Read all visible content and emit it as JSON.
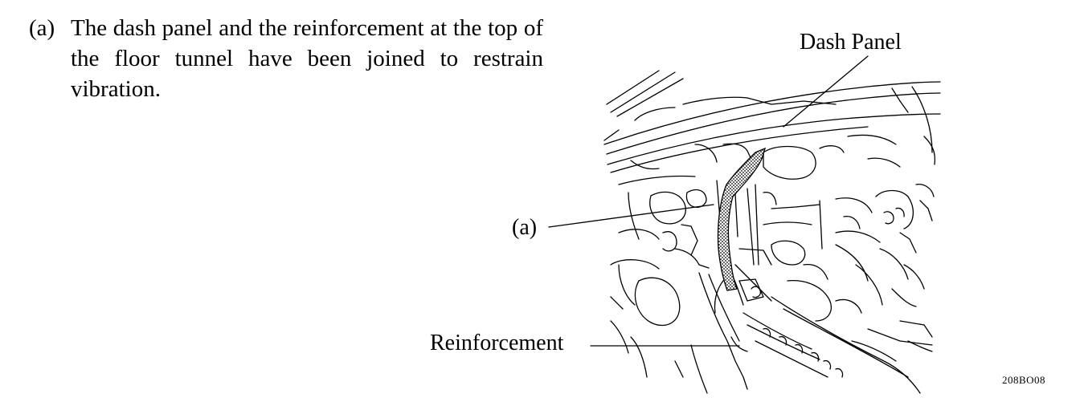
{
  "step": {
    "marker": "(a)",
    "text": "The dash panel and the reinforcement at the top of the floor tunnel have been joined to restrain vibration."
  },
  "figure": {
    "labels": {
      "dash_panel": "Dash Panel",
      "joint": "(a)",
      "reinforcement": "Reinforcement"
    },
    "code": "208BO08"
  }
}
